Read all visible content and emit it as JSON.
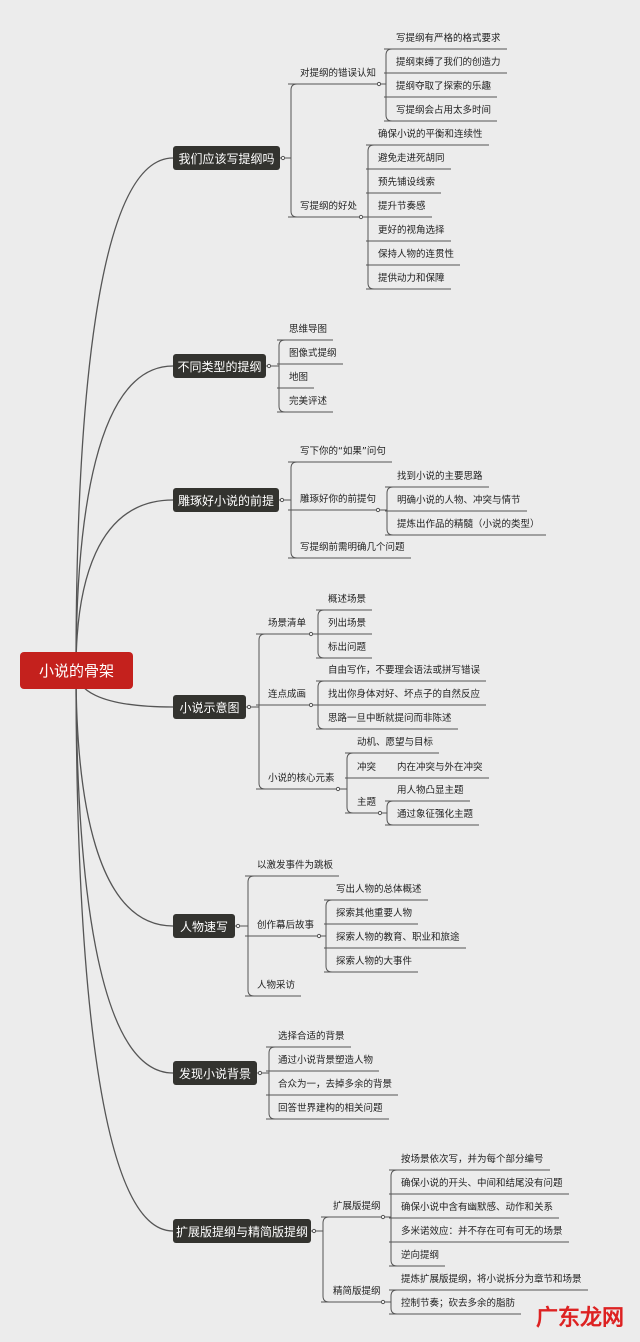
{
  "root": "小说的骨架",
  "branches": [
    {
      "label": "我们应该写提纲吗",
      "sub": [
        {
          "label": "对提纲的错误认知",
          "items": [
            "写提纲有严格的格式要求",
            "提纲束缚了我们的创造力",
            "提纲夺取了探索的乐趣",
            "写提纲会占用太多时间"
          ]
        },
        {
          "label": "写提纲的好处",
          "items": [
            "确保小说的平衡和连续性",
            "避免走进死胡同",
            "预先铺设线索",
            "提升节奏感",
            "更好的视角选择",
            "保持人物的连贯性",
            "提供动力和保障"
          ]
        }
      ]
    },
    {
      "label": "不同类型的提纲",
      "items": [
        "思维导图",
        "图像式提纲",
        "地图",
        "完美评述"
      ]
    },
    {
      "label": "雕琢好小说的前提",
      "sub": [
        {
          "label": "写下你的“如果”问句",
          "items": []
        },
        {
          "label": "雕琢好你的前提句",
          "items": [
            "找到小说的主要思路",
            "明确小说的人物、冲突与情节",
            "提炼出作品的精髓（小说的类型）"
          ]
        },
        {
          "label": "写提纲前需明确几个问题",
          "items": []
        }
      ]
    },
    {
      "label": "小说示意图",
      "sub": [
        {
          "label": "场景清单",
          "items": [
            "概述场景",
            "列出场景",
            "标出问题"
          ]
        },
        {
          "label": "连点成画",
          "items": [
            "自由写作，不要理会语法或拼写错误",
            "找出你身体对好、坏点子的自然反应",
            "思路一旦中断就提问而非陈述"
          ]
        },
        {
          "label": "小说的核心元素",
          "sub": [
            {
              "label": "动机、愿望与目标",
              "items": []
            },
            {
              "label": "冲突",
              "items": [
                "内在冲突与外在冲突"
              ]
            },
            {
              "label": "主题",
              "items": [
                "用人物凸显主题",
                "通过象征强化主题"
              ]
            }
          ]
        }
      ]
    },
    {
      "label": "人物速写",
      "sub": [
        {
          "label": "以激发事件为跳板",
          "items": []
        },
        {
          "label": "创作幕后故事",
          "items": [
            "写出人物的总体概述",
            "探索其他重要人物",
            "探索人物的教育、职业和旅途",
            "探索人物的大事件"
          ]
        },
        {
          "label": "人物采访",
          "items": []
        }
      ]
    },
    {
      "label": "发现小说背景",
      "items": [
        "选择合适的背景",
        "通过小说背景塑造人物",
        "合众为一，去掉多余的背景",
        "回答世界建构的相关问题"
      ]
    },
    {
      "label": "扩展版提纲与精简版提纲",
      "sub": [
        {
          "label": "扩展版提纲",
          "items": [
            "按场景依次写，并为每个部分编号",
            "确保小说的开头、中间和结尾没有问题",
            "确保小说中含有幽默感、动作和关系",
            "多米诺效应：并不存在可有可无的场景",
            "逆向提纲"
          ]
        },
        {
          "label": "精简版提纲",
          "items": [
            "提炼扩展版提纲，将小说拆分为章节和场景",
            "控制节奏；砍去多余的脂肪"
          ]
        }
      ]
    }
  ],
  "watermark": "广东龙网",
  "colors": {
    "root": "#c4211d",
    "main": "#33332f",
    "line": "#555555",
    "background": "#ececec"
  }
}
